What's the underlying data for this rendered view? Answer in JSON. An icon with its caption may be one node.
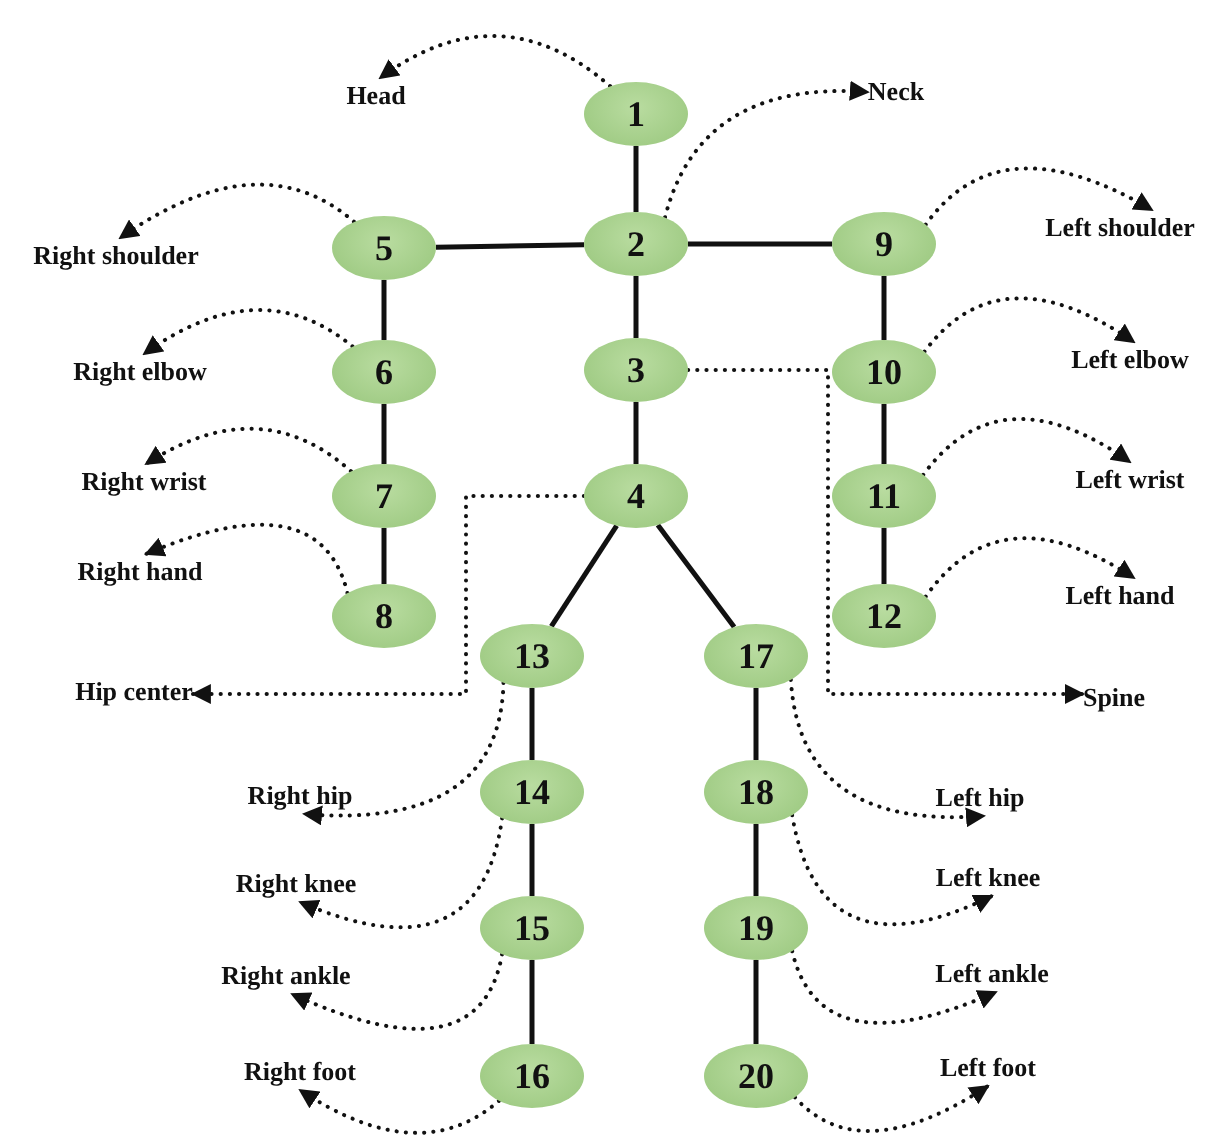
{
  "diagram": {
    "nodes": [
      {
        "text": [
          "1"
        ]
      },
      {
        "text": [
          "2"
        ]
      },
      {
        "text": [
          "3"
        ]
      },
      {
        "text": [
          "4"
        ]
      },
      {
        "text": [
          "5"
        ]
      },
      {
        "text": [
          "6"
        ]
      },
      {
        "text": [
          "7"
        ]
      },
      {
        "text": [
          "8"
        ]
      },
      {
        "text": [
          "9"
        ]
      },
      {
        "text": [
          "10"
        ]
      },
      {
        "text": [
          "11"
        ]
      },
      {
        "text": [
          "12"
        ]
      },
      {
        "text": [
          "13"
        ]
      },
      {
        "text": [
          "14"
        ]
      },
      {
        "text": [
          "15"
        ]
      },
      {
        "text": [
          "16"
        ]
      },
      {
        "text": [
          "17"
        ]
      },
      {
        "text": [
          "18"
        ]
      },
      {
        "text": [
          "19"
        ]
      },
      {
        "text": [
          "20"
        ]
      },
      {
        "text": [
          "Head"
        ]
      },
      {
        "text": [
          "Neck"
        ]
      },
      {
        "text": [
          "Spine"
        ]
      },
      {
        "text": [
          "Hip center"
        ]
      },
      {
        "text": [
          "Right shoulder"
        ]
      },
      {
        "text": [
          "Right elbow"
        ]
      },
      {
        "text": [
          "Right wrist"
        ]
      },
      {
        "text": [
          "Right hand"
        ]
      },
      {
        "text": [
          "Left shoulder"
        ]
      },
      {
        "text": [
          "Left elbow"
        ]
      },
      {
        "text": [
          "Left wrist"
        ]
      },
      {
        "text": [
          "Left hand"
        ]
      },
      {
        "text": [
          "Right hip"
        ]
      },
      {
        "text": [
          "Right knee"
        ]
      },
      {
        "text": [
          "Right ankle"
        ]
      },
      {
        "text": [
          "Right foot"
        ]
      },
      {
        "text": [
          "Left hip"
        ]
      },
      {
        "text": [
          "Left knee"
        ]
      },
      {
        "text": [
          "Left ankle"
        ]
      },
      {
        "text": [
          "Left foot"
        ]
      }
    ],
    "edges": [
      {
        "from": 0,
        "to": 1,
        "arrow": "none"
      },
      {
        "from": 1,
        "to": 4,
        "arrow": "none"
      },
      {
        "from": 1,
        "to": 8,
        "arrow": "none"
      },
      {
        "from": 1,
        "to": 2,
        "arrow": "none"
      },
      {
        "from": 2,
        "to": 3,
        "arrow": "none"
      },
      {
        "from": 4,
        "to": 5,
        "arrow": "none"
      },
      {
        "from": 5,
        "to": 6,
        "arrow": "none"
      },
      {
        "from": 6,
        "to": 7,
        "arrow": "none"
      },
      {
        "from": 8,
        "to": 9,
        "arrow": "none"
      },
      {
        "from": 9,
        "to": 10,
        "arrow": "none"
      },
      {
        "from": 10,
        "to": 11,
        "arrow": "none"
      },
      {
        "from": 3,
        "to": 12,
        "arrow": "none"
      },
      {
        "from": 3,
        "to": 16,
        "arrow": "none"
      },
      {
        "from": 12,
        "to": 13,
        "arrow": "none"
      },
      {
        "from": 13,
        "to": 14,
        "arrow": "none"
      },
      {
        "from": 14,
        "to": 15,
        "arrow": "none"
      },
      {
        "from": 16,
        "to": 17,
        "arrow": "none"
      },
      {
        "from": 17,
        "to": 18,
        "arrow": "none"
      },
      {
        "from": 18,
        "to": 19,
        "arrow": "none"
      },
      {
        "from": 0,
        "to": 20,
        "arrow": "to",
        "style": "dashed"
      },
      {
        "from": 1,
        "to": 21,
        "arrow": "to",
        "style": "dashed"
      },
      {
        "from": 2,
        "to": 22,
        "arrow": "to",
        "style": "dashed"
      },
      {
        "from": 3,
        "to": 23,
        "arrow": "to",
        "style": "dashed"
      },
      {
        "from": 4,
        "to": 24,
        "arrow": "to",
        "style": "dashed"
      },
      {
        "from": 5,
        "to": 25,
        "arrow": "to",
        "style": "dashed"
      },
      {
        "from": 6,
        "to": 26,
        "arrow": "to",
        "style": "dashed"
      },
      {
        "from": 7,
        "to": 27,
        "arrow": "to",
        "style": "dashed"
      },
      {
        "from": 8,
        "to": 28,
        "arrow": "to",
        "style": "dashed"
      },
      {
        "from": 9,
        "to": 29,
        "arrow": "to",
        "style": "dashed"
      },
      {
        "from": 10,
        "to": 30,
        "arrow": "to",
        "style": "dashed"
      },
      {
        "from": 11,
        "to": 31,
        "arrow": "to",
        "style": "dashed"
      },
      {
        "from": 12,
        "to": 32,
        "arrow": "to",
        "style": "dashed"
      },
      {
        "from": 13,
        "to": 33,
        "arrow": "to",
        "style": "dashed"
      },
      {
        "from": 14,
        "to": 34,
        "arrow": "to",
        "style": "dashed"
      },
      {
        "from": 15,
        "to": 35,
        "arrow": "to",
        "style": "dashed"
      },
      {
        "from": 16,
        "to": 36,
        "arrow": "to",
        "style": "dashed"
      },
      {
        "from": 17,
        "to": 37,
        "arrow": "to",
        "style": "dashed"
      },
      {
        "from": 18,
        "to": 38,
        "arrow": "to",
        "style": "dashed"
      },
      {
        "from": 19,
        "to": 39,
        "arrow": "to",
        "style": "dashed"
      }
    ]
  }
}
